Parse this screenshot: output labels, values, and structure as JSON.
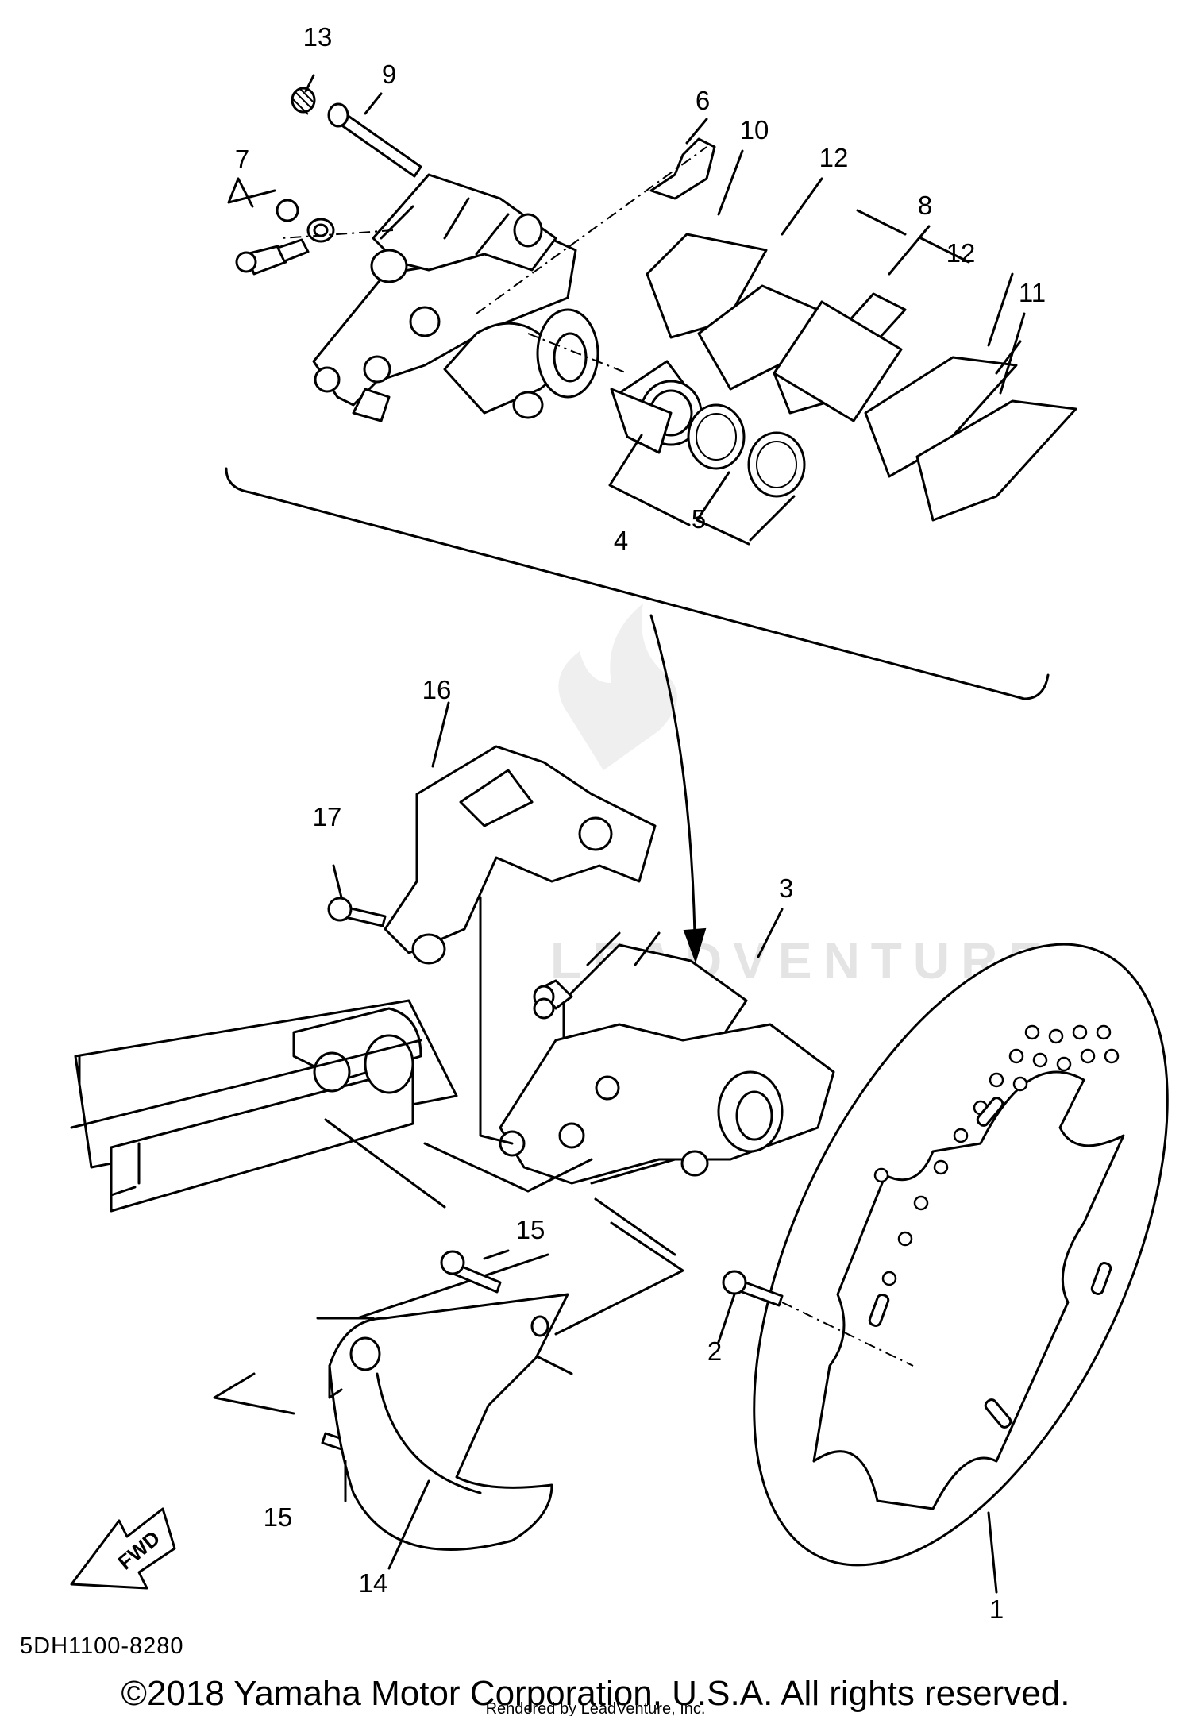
{
  "callouts": [
    "13",
    "9",
    "7",
    "6",
    "10",
    "12",
    "8",
    "12",
    "11",
    "4",
    "5",
    "16",
    "17",
    "3",
    "15",
    "2",
    "15",
    "14",
    "1"
  ],
  "fwd_label": "FWD",
  "diagram_code": "5DH1100-8280",
  "copyright": "©2018 Yamaha Motor Corporation, U.S.A. All rights reserved.",
  "rendered_by": "Rendered by LeadVenture, Inc.",
  "watermark": "LEADVENTURE"
}
